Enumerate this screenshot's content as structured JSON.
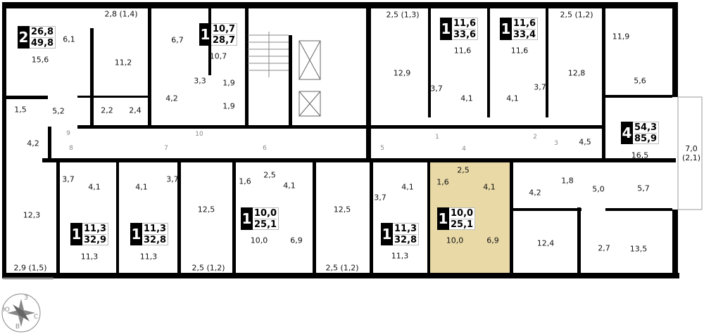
{
  "highlight_color": "#e8d9a6",
  "apartments": [
    {
      "rooms": "2",
      "living": "26,8",
      "total": "49,8"
    },
    {
      "rooms": "1",
      "living": "10,7",
      "total": "28,7"
    },
    {
      "rooms": "1",
      "living": "11,6",
      "total": "33,6"
    },
    {
      "rooms": "1",
      "living": "11,6",
      "total": "33,4"
    },
    {
      "rooms": "4",
      "living": "54,3",
      "total": "85,9"
    },
    {
      "rooms": "1",
      "living": "11,3",
      "total": "32,9"
    },
    {
      "rooms": "1",
      "living": "11,3",
      "total": "32,8"
    },
    {
      "rooms": "1",
      "living": "10,0",
      "total": "25,1"
    },
    {
      "rooms": "1",
      "living": "11,3",
      "total": "32,8"
    },
    {
      "rooms": "1",
      "living": "10,0",
      "total": "25,1"
    }
  ],
  "rooms": [
    "15,6",
    "6,1",
    "2,8 (1,4)",
    "11,2",
    "6,7",
    "10,7",
    "3,3",
    "1,9",
    "1,9",
    "4,2",
    "1,5",
    "5,2",
    "2,2",
    "2,4",
    "4,2",
    "2,5 (1,3)",
    "11,6",
    "11,6",
    "2,5 (1,2)",
    "11,9",
    "12,9",
    "3,7",
    "4,1",
    "4,1",
    "3,7",
    "12,8",
    "5,6",
    "4,5",
    "16,5",
    "7,0\n(2,1)",
    "3,7",
    "4,1",
    "4,1",
    "3,7",
    "12,3",
    "12,5",
    "1,6",
    "2,5",
    "4,1",
    "12,5",
    "10,0",
    "6,9",
    "11,3",
    "11,3",
    "2,9 (1,5)",
    "2,5 (1,2)",
    "2,5 (1,2)",
    "3,7",
    "4,1",
    "1,6",
    "2,5",
    "4,1",
    "11,3",
    "10,0",
    "6,9",
    "4,2",
    "1,8",
    "5,0",
    "5,7",
    "12,4",
    "2,7",
    "13,5"
  ],
  "doors": [
    "9",
    "8",
    "7",
    "6",
    "10",
    "5",
    "4",
    "1",
    "2",
    "3"
  ],
  "compass": {
    "n": "З",
    "e": "С",
    "s": "В",
    "w": "Ю"
  }
}
